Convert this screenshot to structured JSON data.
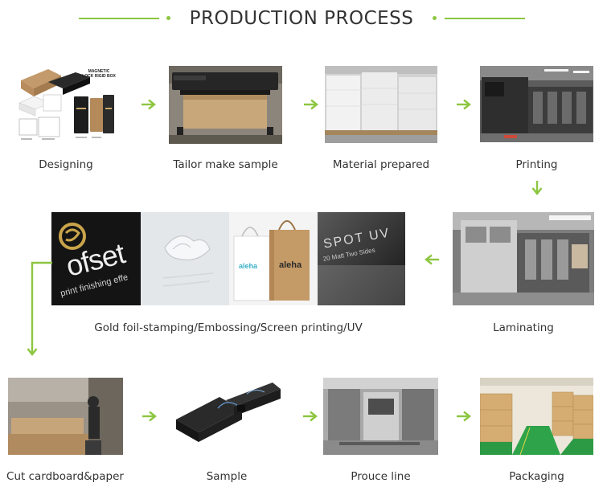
{
  "title": "PRODUCTION PROCESS",
  "colors": {
    "accent": "#8cc63f",
    "text": "#333333"
  },
  "steps": [
    {
      "caption": "Designing",
      "box_text": "MAGNETIC LOCK RIGID BOX"
    },
    {
      "caption": "Tailor make sample"
    },
    {
      "caption": "Material prepared"
    },
    {
      "caption": "Printing"
    },
    {
      "caption": "Laminating"
    },
    {
      "caption": "Gold foil-stamping/Embossing/Screen printing/UV",
      "ofset_word": "ofset",
      "ofset_sub": "print finishing effe",
      "bag_brand": "aleha",
      "spot_line1": "SPOT UV",
      "spot_line2": "20 Matt Two Sides"
    },
    {
      "caption": "Cut cardboard&paper"
    },
    {
      "caption": "Sample"
    },
    {
      "caption": "Prouce line"
    },
    {
      "caption": "Packaging"
    }
  ]
}
